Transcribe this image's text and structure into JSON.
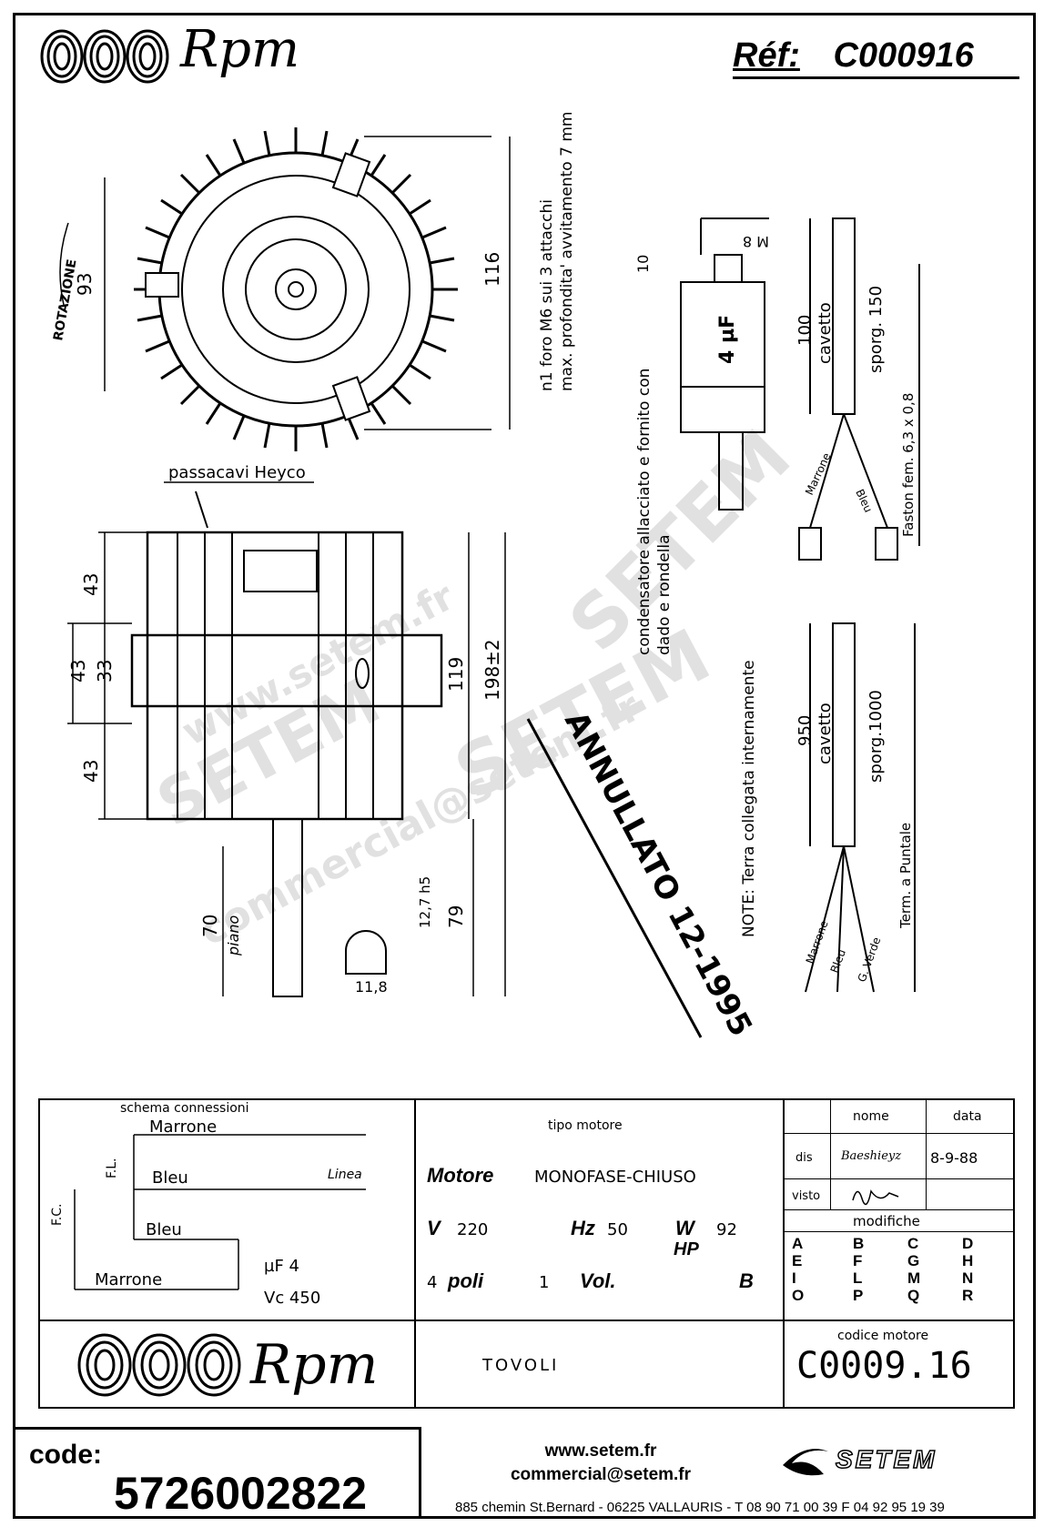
{
  "header": {
    "brand": "Rpm",
    "ref_label": "Réf:",
    "ref_value": "C000916"
  },
  "drawing": {
    "rotation_label": "ROTAZIONE",
    "dim_93": "93",
    "dim_116": "116",
    "hole_note_1": "n1 foro M6 sui 3 attacchi",
    "hole_note_2": "max. profondita' avvitamento 7 mm",
    "cable_gland": "passacavi Heyco",
    "dim_43_top": "43",
    "dim_43_mid": "43",
    "dim_33": "33",
    "dim_43_bot": "43",
    "dim_119": "119",
    "dim_198": "198±2",
    "dim_70": "70",
    "piano": "piano",
    "dim_127": "12,7 h5",
    "dim_118": "11,8",
    "dim_79": "79",
    "m8": "M 8",
    "dim_10": "10",
    "capacitor": "4 µF",
    "cap_note_1": "condensatore allacciato e fornito con",
    "cap_note_2": "dado e rondella",
    "cavetto_100": "100",
    "cavetto_lbl_1": "cavetto",
    "sporg_150": "sporg. 150",
    "faston": "Faston fem. 6,3 x 0,8",
    "wire_marrone_1": "Marrone",
    "wire_bleu_1": "Bleu",
    "annullato": "ANNULLATO 12-1995",
    "note_terra": "NOTE: Terra collegata internamente",
    "cavetto_950": "950",
    "cavetto_lbl_2": "cavetto",
    "sporg_1000": "sporg.1000",
    "term_puntale": "Term. a Puntale",
    "wire_marrone_2": "Marrone",
    "wire_bleu_2": "Bleu",
    "wire_gverde": "G. Verde"
  },
  "watermark": {
    "w1": "www.setem.fr",
    "w2": "SETEM",
    "w3": "commercial@setem.fr",
    "w4": "SETEM",
    "w5": "SETEM"
  },
  "title_block": {
    "schema_label": "schema connessioni",
    "marrone": "Marrone",
    "bleu": "Bleu",
    "bleu2": "Bleu",
    "marrone2": "Marrone",
    "fl": "F.L.",
    "fc": "F.C.",
    "linea": "Linea",
    "uf": "µF 4",
    "vc": "Vc 450",
    "tipo_motore": "tipo motore",
    "motore_lbl": "Motore",
    "motore_val": "MONOFASE-CHIUSO",
    "v_lbl": "V",
    "v_val": "220",
    "hz_lbl": "Hz",
    "hz_val": "50",
    "w_lbl": "W",
    "w_val": "92",
    "hp_lbl": "HP",
    "poli_val": "4",
    "poli_lbl": "poli",
    "vol_pre": "1",
    "vol_lbl": "Vol.",
    "b_lbl": "B",
    "nome": "nome",
    "data": "data",
    "dis": "dis",
    "dis_name": "Baeshieyz",
    "dis_date": "8-9-88",
    "visto": "visto",
    "modifiche": "modifiche",
    "mod_cols": [
      "A E I O",
      "B F L P",
      "C G M Q",
      "D H N R"
    ],
    "tovoli": "TOVOLI",
    "codice_motore": "codice motore",
    "codice_val": "C0009.16"
  },
  "footer": {
    "code_label": "code:",
    "code_value": "5726002822",
    "website": "www.setem.fr",
    "email": "commercial@setem.fr",
    "address": "885 chemin St.Bernard  -  06225 VALLAURIS  -  T 08 90 71 00 39  F 04 92 95 19 39",
    "setem_logo": "SETEM"
  }
}
